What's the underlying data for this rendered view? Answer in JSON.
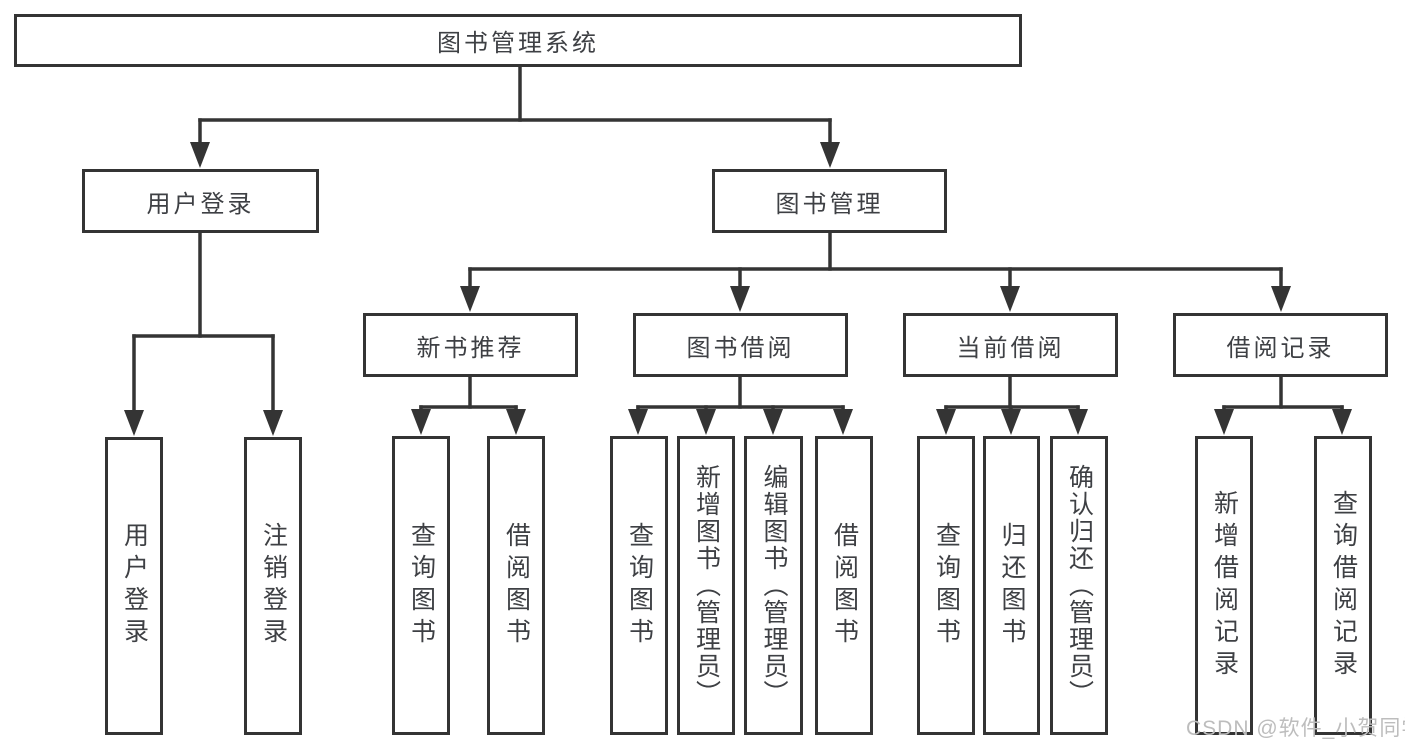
{
  "diagram": {
    "root": {
      "label": "图书管理系统"
    },
    "level2": [
      {
        "label": "用户登录"
      },
      {
        "label": "图书管理"
      }
    ],
    "level3": [
      {
        "label": "新书推荐"
      },
      {
        "label": "图书借阅"
      },
      {
        "label": "当前借阅"
      },
      {
        "label": "借阅记录"
      }
    ],
    "leaves": {
      "user": [
        "用户登录",
        "注销登录"
      ],
      "recommend": [
        "查询图书",
        "借阅图书"
      ],
      "borrow": [
        "查询图书",
        "新增图书（管理员）",
        "编辑图书（管理员）",
        "借阅图书"
      ],
      "current": [
        "查询图书",
        "归还图书",
        "确认归还（管理员）"
      ],
      "records": [
        "新增借阅记录",
        "查询借阅记录"
      ]
    }
  },
  "watermark": {
    "text": "CSDN @软件_小贺同学"
  },
  "colors": {
    "line": "#343434",
    "text": "#3e4044",
    "watermark": "#bdbdbd",
    "background": "#ffffff"
  }
}
